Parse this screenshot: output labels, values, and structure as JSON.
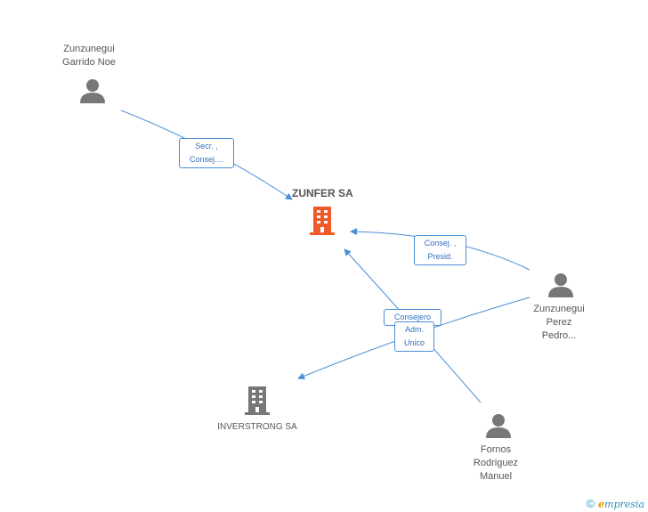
{
  "center": {
    "name": "ZUNFER SA"
  },
  "persons": [
    {
      "id": "p1",
      "lines": [
        "Zunzunegui",
        "Garrido Noe"
      ]
    },
    {
      "id": "p2",
      "lines": [
        "Zunzunegui",
        "Perez",
        "Pedro..."
      ]
    },
    {
      "id": "p3",
      "lines": [
        "Fornos",
        "Rodriguez",
        "Manuel"
      ]
    }
  ],
  "companies": [
    {
      "id": "c1",
      "name": "INVERSTRONG SA"
    }
  ],
  "edge_labels": {
    "e1": [
      "Secr. ,",
      "Consej...."
    ],
    "e2": [
      "Consej. ,",
      "Presid."
    ],
    "e3": [
      "Consejero"
    ],
    "e4": [
      "Adm.",
      "Unico"
    ]
  },
  "colors": {
    "edge": "#4a8fd8",
    "center_icon": "#f05a28",
    "node_icon": "#777777"
  },
  "brand": {
    "copyright": "©",
    "first": "e",
    "rest": "mpresia"
  }
}
